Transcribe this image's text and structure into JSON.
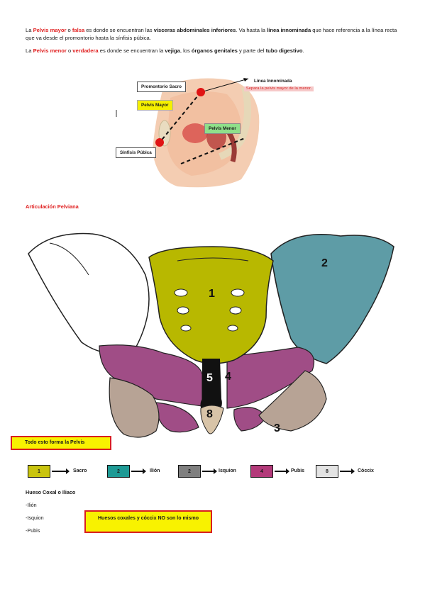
{
  "intro": {
    "p1": {
      "a": "La ",
      "b": "Pelvis mayor",
      "c": " o ",
      "d": "falsa",
      "e": " es donde se encuentran las ",
      "f": "vísceras abdominales inferiores",
      "g": ". Va hasta la ",
      "h": "línea innominada",
      "i": " que hace referencia a la línea recta que va desde el promontorio hasta la sínfisis púbica."
    },
    "p2": {
      "a": "La ",
      "b": "Pelvis menor",
      "c": " o ",
      "d": "verdadera",
      "e": " es donde se encuentran la ",
      "f": "vejiga",
      "g": ", los ",
      "h": "órganos genitales",
      "i": " y parte del ",
      "j": "tubo digestivo",
      "k": "."
    }
  },
  "figure1": {
    "promontorio": "Promontorio Sacro",
    "pelvis_mayor": "Pelvis Mayor",
    "pelvis_menor": "Pelvis Menor",
    "sinfisis": "Sínfisis Púbica",
    "linea": "Línea Innominada",
    "linea_note": "Separa la pelvis mayor de la menor."
  },
  "section_title": "Articulación Pelviana",
  "figure2": {
    "labels": [
      "1",
      "2",
      "3",
      "4",
      "5",
      "8"
    ],
    "colors": {
      "sacro": "#b8b800",
      "ilion": "#5e9ca6",
      "isquion": "#b7a395",
      "pubis": "#a04d86",
      "coccix": "#d8c4a8",
      "black": "#111111"
    }
  },
  "callout_pelvis": {
    "a": "Todo esto forma la ",
    "b": "Pelvis"
  },
  "legend": [
    {
      "num": "1",
      "label": "Sacro",
      "color": "#c9c40f"
    },
    {
      "num": "2",
      "label": "Ilión",
      "color": "#1e9a95"
    },
    {
      "num": "2",
      "label": "Isquion",
      "color": "#7f7f7f"
    },
    {
      "num": "4",
      "label": "Pubis",
      "color": "#b33a7a"
    },
    {
      "num": "8",
      "label": "Cóccix",
      "color": "#e3e3e3"
    }
  ],
  "coxal": {
    "title": "Hueso Coxal o Iliaco",
    "items": [
      "-Ilión",
      "-Isquion",
      "-Pubis"
    ]
  },
  "callout_coxal": "Huesos coxales y cóccix NO son lo mismo"
}
